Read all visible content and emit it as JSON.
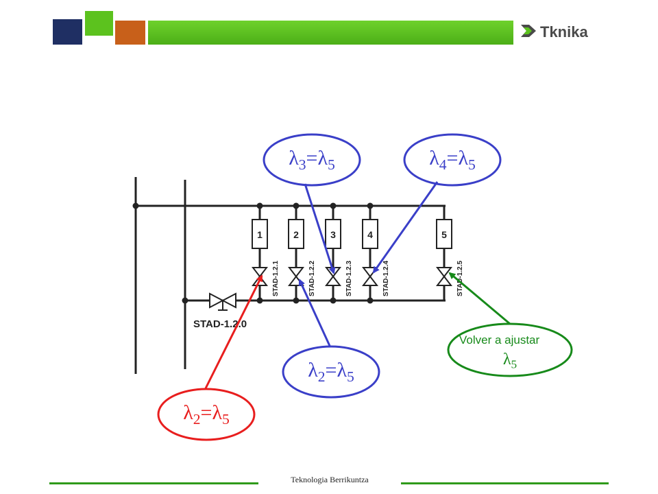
{
  "header": {
    "logo_text": "Tknika",
    "colors": {
      "navy": "#1f2f63",
      "lime": "#5cc21e",
      "orange": "#c8601a",
      "bar": "#4caf17"
    }
  },
  "diagram": {
    "units": [
      "1",
      "2",
      "3",
      "4",
      "5"
    ],
    "valve_tags": [
      "STAD-1.2.1",
      "STAD-1.2.2",
      "STAD-1.2.3",
      "STAD-1.2.4",
      "STAD-1.2.5"
    ],
    "main_valve_tag": "STAD-1.2.0"
  },
  "labels": {
    "lam3": {
      "a": "λ",
      "a_sub": "3",
      "eq": "=",
      "b": "λ",
      "b_sub": "5"
    },
    "lam4": {
      "a": "λ",
      "a_sub": "4",
      "eq": "=",
      "b": "λ",
      "b_sub": "5"
    },
    "lam2_blue": {
      "a": "λ",
      "a_sub": "2",
      "eq": "=",
      "b": "λ",
      "b_sub": "5"
    },
    "lam2_red": {
      "a": "λ",
      "a_sub": "2",
      "eq": "=",
      "b": "λ",
      "b_sub": "5"
    },
    "readjust": {
      "text": "Volver a ajustar",
      "lam": "λ",
      "lam_sub": "5"
    }
  },
  "colors": {
    "blue": "#3a3fc8",
    "red": "#e81e1e",
    "green": "#178a1a"
  },
  "footer": {
    "text": "Teknologia Berrikuntza"
  }
}
